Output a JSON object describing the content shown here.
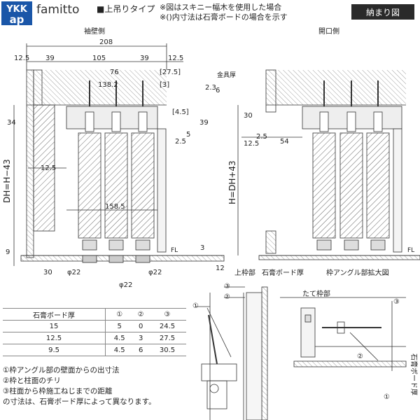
{
  "header": {
    "logo_text": "YKK ap",
    "brand": "famitto",
    "mount_type": "■上吊りタイプ",
    "note1": "※図はスキニー幅木を使用した場合",
    "note2": "※()内寸法は石膏ボードの場合を示す",
    "badge": "納まり図"
  },
  "labels": {
    "left_view": "袖壁側",
    "right_view": "開口側",
    "fl_left": "FL",
    "fl_right": "FL",
    "top_frame": "上枠部",
    "gypsum_top": "石膏ボード厚",
    "frame_angle": "枠アングル部拡大図",
    "vert_frame": "たて枠部",
    "gypsum_side": "石膏ボード厚"
  },
  "dims": {
    "d208": "208",
    "d12_5a": "12.5",
    "d39a": "39",
    "d105": "105",
    "d39b": "39",
    "d12_5b": "12.5",
    "d76": "76",
    "d27_5": "[27.5]",
    "d138_2": "138.2",
    "d3": "[3]",
    "d2_3": "2.3",
    "d6": "6",
    "kanagu": "金具厚",
    "d4_5": "[4.5]",
    "d34": "34",
    "d39c": "39",
    "d2_5a": "2.5",
    "d5": "5",
    "d12_5c": "12.5",
    "dh": "DH=H−43",
    "d158_5": "158.5",
    "h": "H=DH+43",
    "d3b": "3",
    "d9": "9",
    "d12": "12",
    "d30a": "30",
    "phi22a": "φ22",
    "phi22b": "φ22",
    "phi22c": "φ22",
    "d30b": "30",
    "d12_5d": "12.5",
    "d2_5b": "2.5",
    "d54": "54",
    "c1": "①",
    "c2": "②",
    "c3": "③",
    "c1b": "①",
    "c2b": "②"
  },
  "table": {
    "headers": [
      "石膏ボード厚",
      "①",
      "②",
      "③"
    ],
    "rows": [
      [
        "15",
        "5",
        "0",
        "24.5"
      ],
      [
        "12.5",
        "4.5",
        "3",
        "27.5"
      ],
      [
        "9.5",
        "4.5",
        "6",
        "30.5"
      ]
    ]
  },
  "footnotes": [
    "①枠アングル部の壁面からの出寸法",
    "②枠と柱面のチリ",
    "③柱面から枠施工ねじまでの距離",
    "の寸法は、石膏ボード厚によって異なります。"
  ]
}
